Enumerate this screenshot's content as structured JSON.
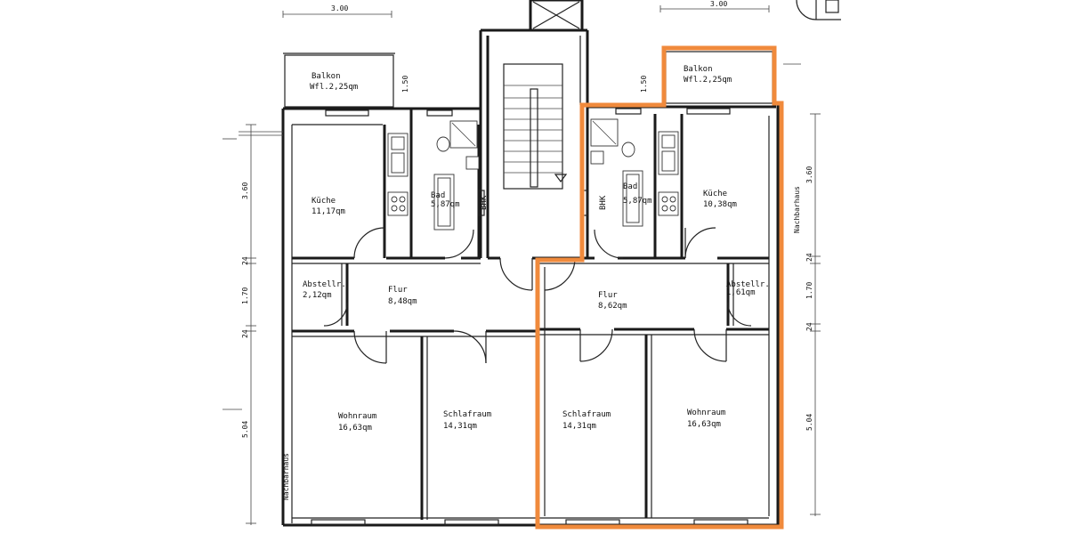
{
  "dimensions": {
    "top_left_width": "3.00",
    "top_right_width": "3.00",
    "balcony_depth_left": "1.50",
    "balcony_depth_right": "1.50",
    "kitchen_height": "3.60",
    "kitchen_height_right": "3.60",
    "wall_left_a": "24",
    "hall_height_left": "1.70",
    "wall_left_b": "24",
    "living_height_left": "5.04",
    "wall_right_a": "24",
    "hall_height_right": "1.70",
    "wall_right_b": "24",
    "living_height_right": "5.04"
  },
  "neighbor": {
    "left": "Nachbarhaus",
    "right": "Nachbarhaus"
  },
  "left_unit": {
    "balkon_name": "Balkon",
    "balkon_area": "Wfl.2,25qm",
    "kueche_name": "Küche",
    "kueche_area": "11,17qm",
    "bad_name": "Bad",
    "bad_area": "5,87qm",
    "bhk": "BHK",
    "abstell_name": "Abstellr.",
    "abstell_area": "2,12qm",
    "flur_name": "Flur",
    "flur_area": "8,48qm",
    "wohn_name": "Wohnraum",
    "wohn_area": "16,63qm",
    "schlaf_name": "Schlafraum",
    "schlaf_area": "14,31qm"
  },
  "right_unit": {
    "balkon_name": "Balkon",
    "balkon_area": "Wfl.2,25qm",
    "kueche_name": "Küche",
    "kueche_area": "10,38qm",
    "bad_name": "Bad",
    "bad_area": "5,87qm",
    "bhk": "BHK",
    "abstell_name": "Abstellr.",
    "abstell_area": "1,61qm",
    "flur_name": "Flur",
    "flur_area": "8,62qm",
    "wohn_name": "Wohnraum",
    "wohn_area": "16,63qm",
    "schlaf_name": "Schlafraum",
    "schlaf_area": "14,31qm"
  },
  "colors": {
    "highlight": "#f08a3c",
    "ink": "#1a1a1a"
  }
}
